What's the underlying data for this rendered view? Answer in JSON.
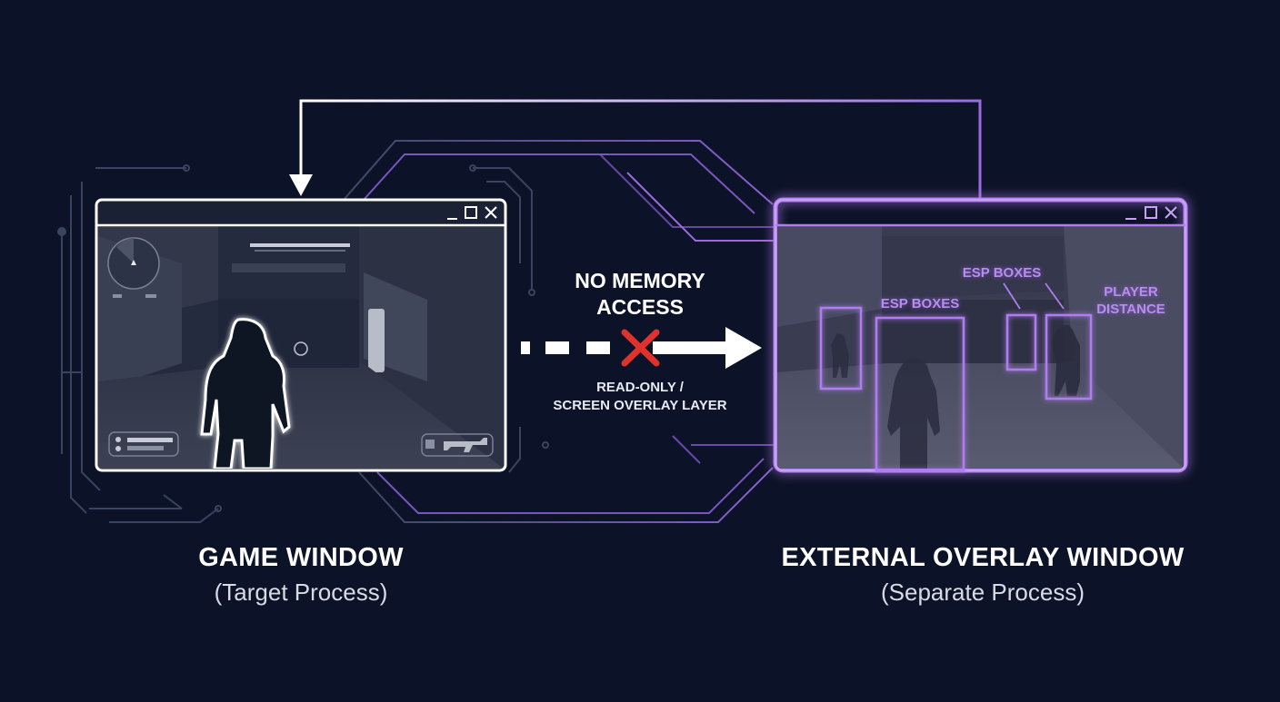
{
  "colors": {
    "background": "#0c1227",
    "accent": "#b07cf0",
    "game_frame": "#ffffff",
    "blocked": "#e0322d"
  },
  "middle": {
    "blocked_label": "NO MEMORY\nACCESS",
    "allowed_label": "READ-ONLY /\nSCREEN OVERLAY LAYER",
    "blocked_icon": "red-x-icon",
    "arrow_icon": "right-arrow-icon"
  },
  "game_window": {
    "title": "GAME WINDOW",
    "subtitle": "(Target Process)",
    "controls": [
      "minimize-icon",
      "maximize-icon",
      "close-icon"
    ]
  },
  "overlay_window": {
    "title": "EXTERNAL OVERLAY WINDOW",
    "subtitle": "(Separate Process)",
    "controls": [
      "minimize-icon",
      "maximize-icon",
      "close-icon"
    ],
    "labels": {
      "esp_boxes_center": "ESP BOXES",
      "esp_boxes_top": "ESP BOXES",
      "player_distance": "PLAYER\nDISTANCE"
    }
  }
}
